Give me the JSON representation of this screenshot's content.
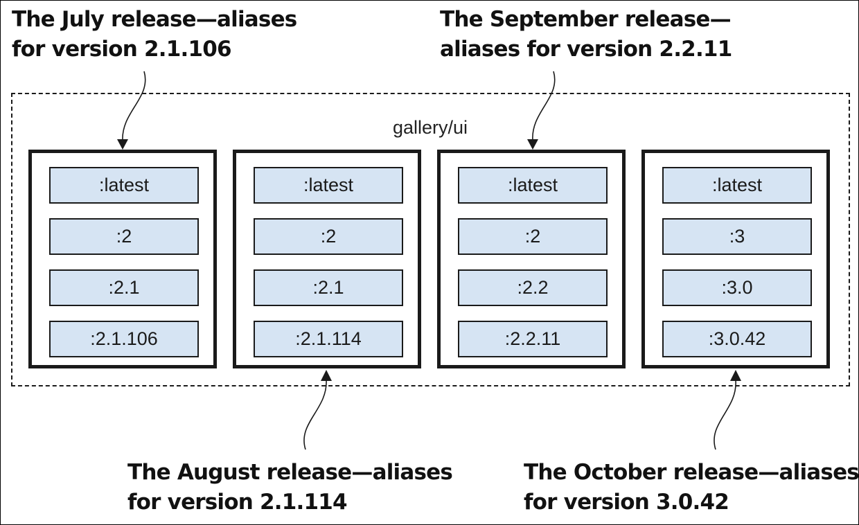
{
  "repository": {
    "name": "gallery/ui"
  },
  "images": [
    {
      "tags": [
        ":latest",
        ":2",
        ":2.1",
        ":2.1.106"
      ]
    },
    {
      "tags": [
        ":latest",
        ":2",
        ":2.1",
        ":2.1.114"
      ]
    },
    {
      "tags": [
        ":latest",
        ":2",
        ":2.2",
        ":2.2.11"
      ]
    },
    {
      "tags": [
        ":latest",
        ":3",
        ":3.0",
        ":3.0.42"
      ]
    }
  ],
  "callouts": {
    "july": {
      "line1": "The July release—aliases",
      "line2": "for version 2.1.106"
    },
    "september": {
      "line1": "The September release—",
      "line2": "aliases for version 2.2.11"
    },
    "august": {
      "line1": "The August release—aliases",
      "line2": "for version 2.1.114"
    },
    "october": {
      "line1": "The October release—aliases",
      "line2": "for version 3.0.42"
    }
  },
  "colors": {
    "tag_fill": "#d6e4f3",
    "border": "#1a1a1a",
    "text": "#111111"
  }
}
